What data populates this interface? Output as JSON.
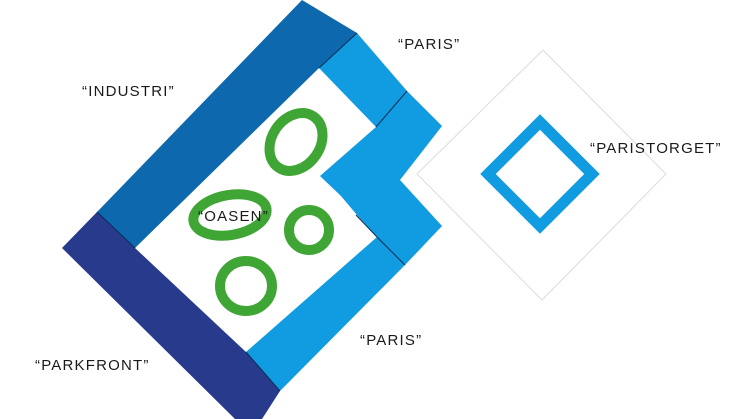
{
  "colors": {
    "background": "#ffffff",
    "industri_block": "#0d68ad",
    "parkfront_block": "#283a8c",
    "paris_block": "#119be0",
    "oasen_rings": "#3fa535",
    "paristorget_ring": "#119be0",
    "paristorget_outline": "#dcdcdc",
    "block_edge": "#0a2d55",
    "label_text": "#1a1a1a"
  },
  "labels": {
    "industri": "“INDUSTRI”",
    "paris_top": "“PARIS”",
    "paristorget": "“PARISTORGET”",
    "oasen": "“OASEN”",
    "paris_bottom": "“PARIS”",
    "parkfront": "“PARKFRONT”"
  }
}
